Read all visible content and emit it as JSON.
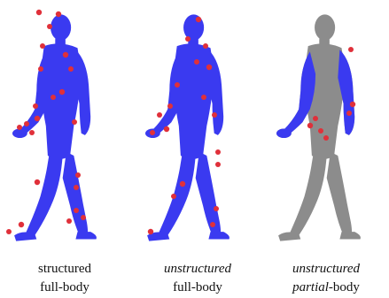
{
  "colors": {
    "body_blue": "#3a3af0",
    "body_gray": "#8c8c8c",
    "marker_red": "#e0303a"
  },
  "panels": [
    {
      "line1": "structured",
      "line2": "full-body",
      "style": "plain"
    },
    {
      "line1": "unstructured",
      "line2": "full-body",
      "style": "italic-first"
    },
    {
      "line1": "unstructured",
      "line2_italic": "partial",
      "line2_rest": "-body",
      "style": "italic-partial"
    }
  ]
}
